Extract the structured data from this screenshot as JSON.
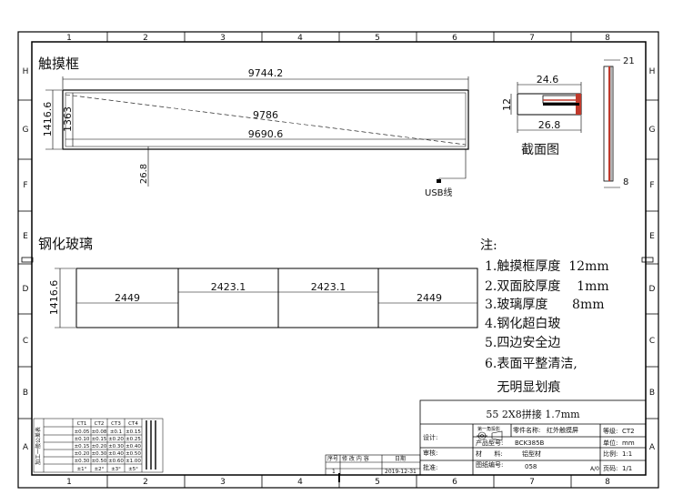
{
  "frame": {
    "columns": [
      "1",
      "2",
      "3",
      "4",
      "5",
      "6",
      "7",
      "8"
    ],
    "rows": [
      "H",
      "G",
      "F",
      "E",
      "D",
      "C",
      "B",
      "A"
    ]
  },
  "touch_frame": {
    "title": "触摸框",
    "overall_width": "9744.2",
    "overall_height": "1416.6",
    "inner_height": "1363",
    "diagonal": "9786",
    "inner_width": "9690.6",
    "edge_width": "26.8",
    "usb_label": "USB线"
  },
  "section_view": {
    "title": "截面图",
    "width_top": "24.6",
    "height": "12",
    "width_bottom": "26.8"
  },
  "side_view": {
    "top_dim": "21",
    "bottom_dim": "8"
  },
  "glass": {
    "title": "钢化玻璃",
    "height": "1416.6",
    "panels": [
      "2449",
      "2423.1",
      "2423.1",
      "2449"
    ]
  },
  "notes": {
    "title": "注:",
    "items": [
      "1.触摸框厚度  12mm",
      "2.双面胶厚度    1mm",
      "3.玻璃厚度      8mm",
      "4.钢化超白玻",
      "5.四边安全边",
      "6.表面平整清洁,",
      "   无明显划痕"
    ]
  },
  "title_block": {
    "project": "55 2X8拼接 1.7mm",
    "design_label": "设计:",
    "review_label": "审核:",
    "approve_label": "批准:",
    "part_name_label": "零件名称:",
    "part_name": "红外触摸屏",
    "model_label": "产品型号:",
    "model": "BCK385B",
    "material_label": "材      料:",
    "material": "铝型材",
    "drawing_no_label": "图纸编号:",
    "drawing_no": "058",
    "rev": "A/0",
    "grade_label": "等级:",
    "grade": "CT2",
    "unit_label": "单位:",
    "unit": "mm",
    "scale_label": "比例:",
    "scale": "1:1",
    "page_label": "页码:",
    "page": "1/1",
    "projection_label": "第一角投影",
    "revision": {
      "headers": [
        "序号",
        "修 改 内 容",
        "日期"
      ],
      "row_no": "1",
      "date": "2019-12-31"
    },
    "tolerance_title": "加工一般公差表",
    "tolerance_headers": [
      "CT1",
      "CT2",
      "CT3",
      "CT4"
    ],
    "tolerance_rows": [
      [
        "±0.05",
        "±0.08",
        "±0.1",
        "±0.15"
      ],
      [
        "±0.10",
        "±0.15",
        "±0.20",
        "±0.25"
      ],
      [
        "±0.15",
        "±0.20",
        "±0.30",
        "±0.40"
      ],
      [
        "±0.20",
        "±0.30",
        "±0.40",
        "±0.50"
      ],
      [
        "±0.30",
        "±0.50",
        "±0.60",
        "±1.00"
      ],
      [
        "±1°",
        "±2°",
        "±3°",
        "±5°"
      ]
    ]
  }
}
